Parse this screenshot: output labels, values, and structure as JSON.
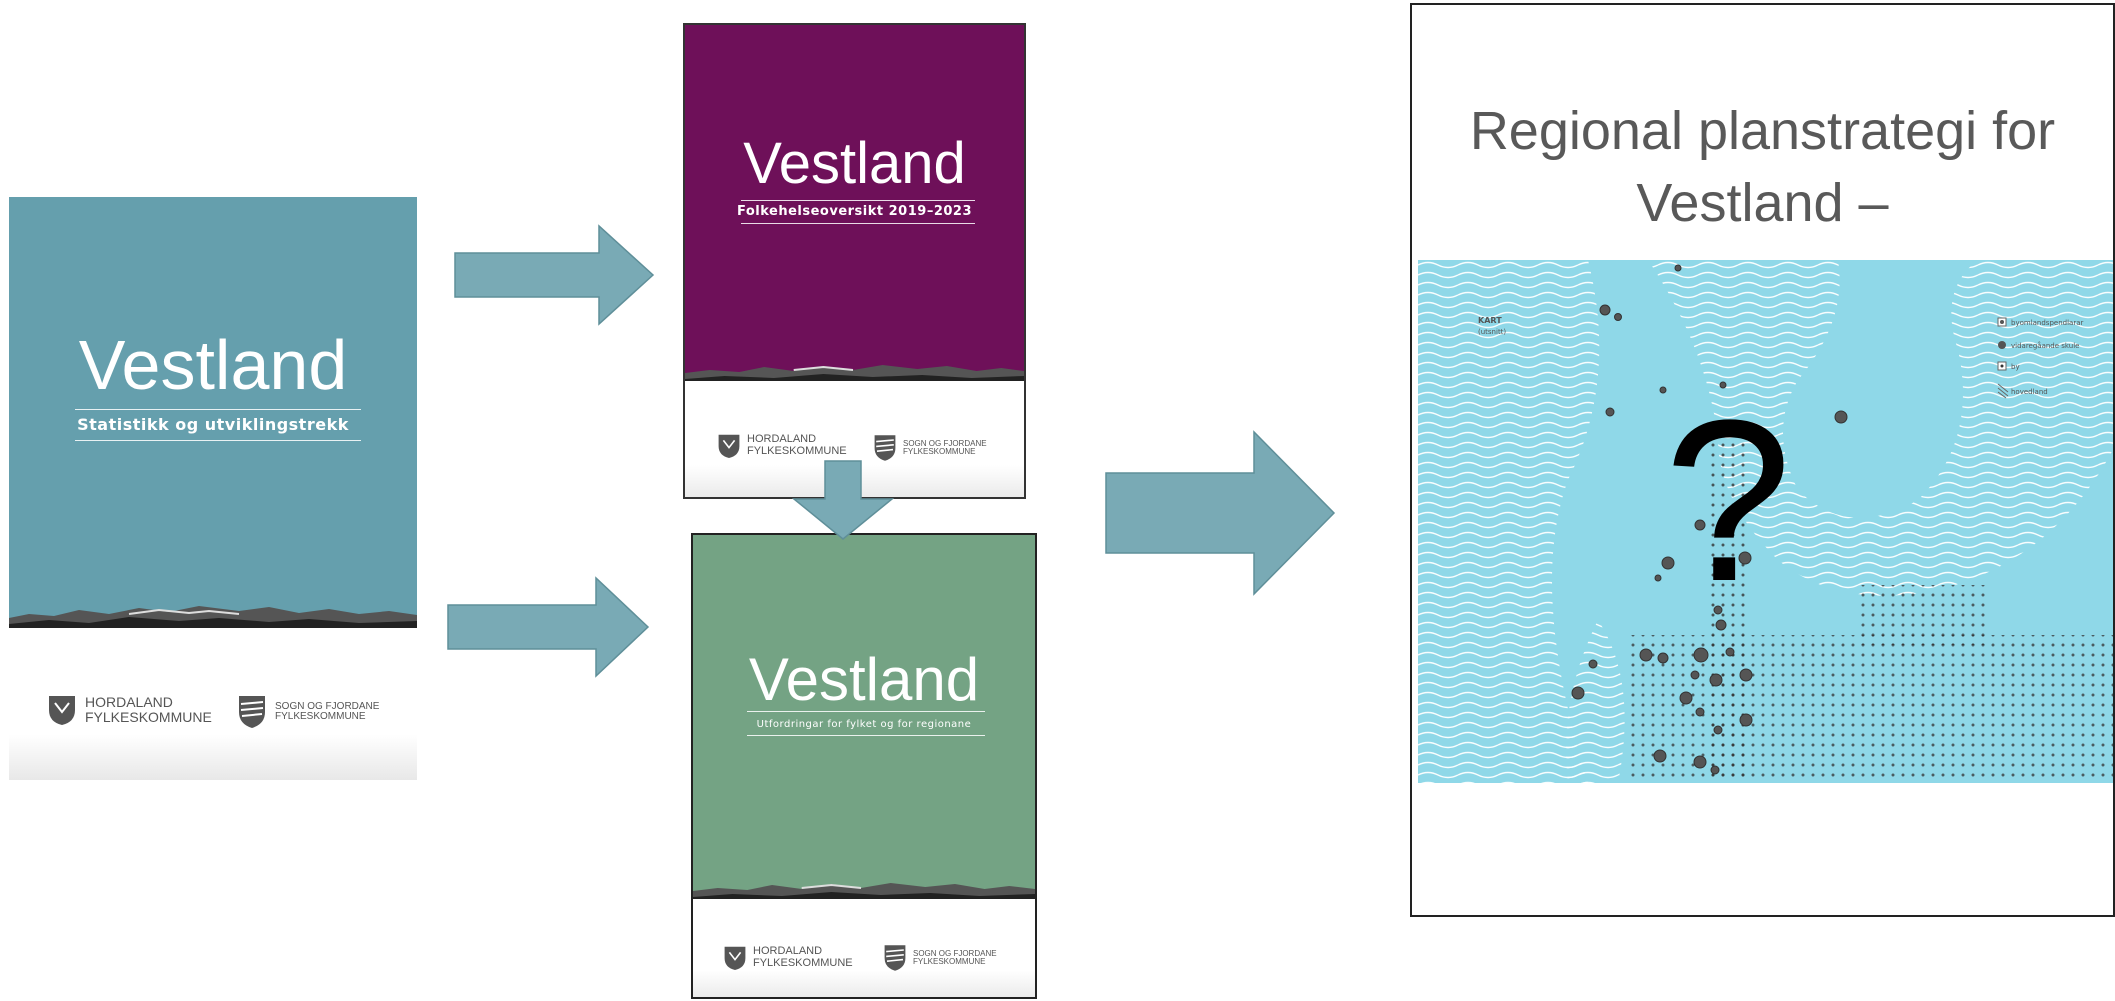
{
  "covers": {
    "statistikk": {
      "title": "Vestland",
      "subtitle": "Statistikk og utviklingstrekk",
      "bg_color": "#659fad"
    },
    "folkehelse": {
      "title": "Vestland",
      "subtitle": "Folkehelseoversikt 2019–2023",
      "bg_color": "#6e1059"
    },
    "utfordringar": {
      "title": "Vestland",
      "subtitle": "Utfordringar for fylket og for regionane",
      "bg_color": "#74a384"
    }
  },
  "logos": {
    "hordaland": [
      "HORDALAND",
      "FYLKESKOMMUNE"
    ],
    "sogn": [
      "SOGN OG FJORDANE",
      "FYLKESKOMMUNE"
    ]
  },
  "slide": {
    "title_line1": "Regional planstrategi for",
    "title_line2": "Vestland –",
    "question_mark": "?",
    "map": {
      "label": "KART",
      "sublabel": "(utsnitt)",
      "legend": [
        "byomlandspendlarar",
        "vidaregåande skule",
        "by",
        "hovedland"
      ],
      "bg_color": "#8fd8e8"
    }
  },
  "colors": {
    "arrow": "#79aab5",
    "arrow_stroke": "#5f8f99"
  }
}
